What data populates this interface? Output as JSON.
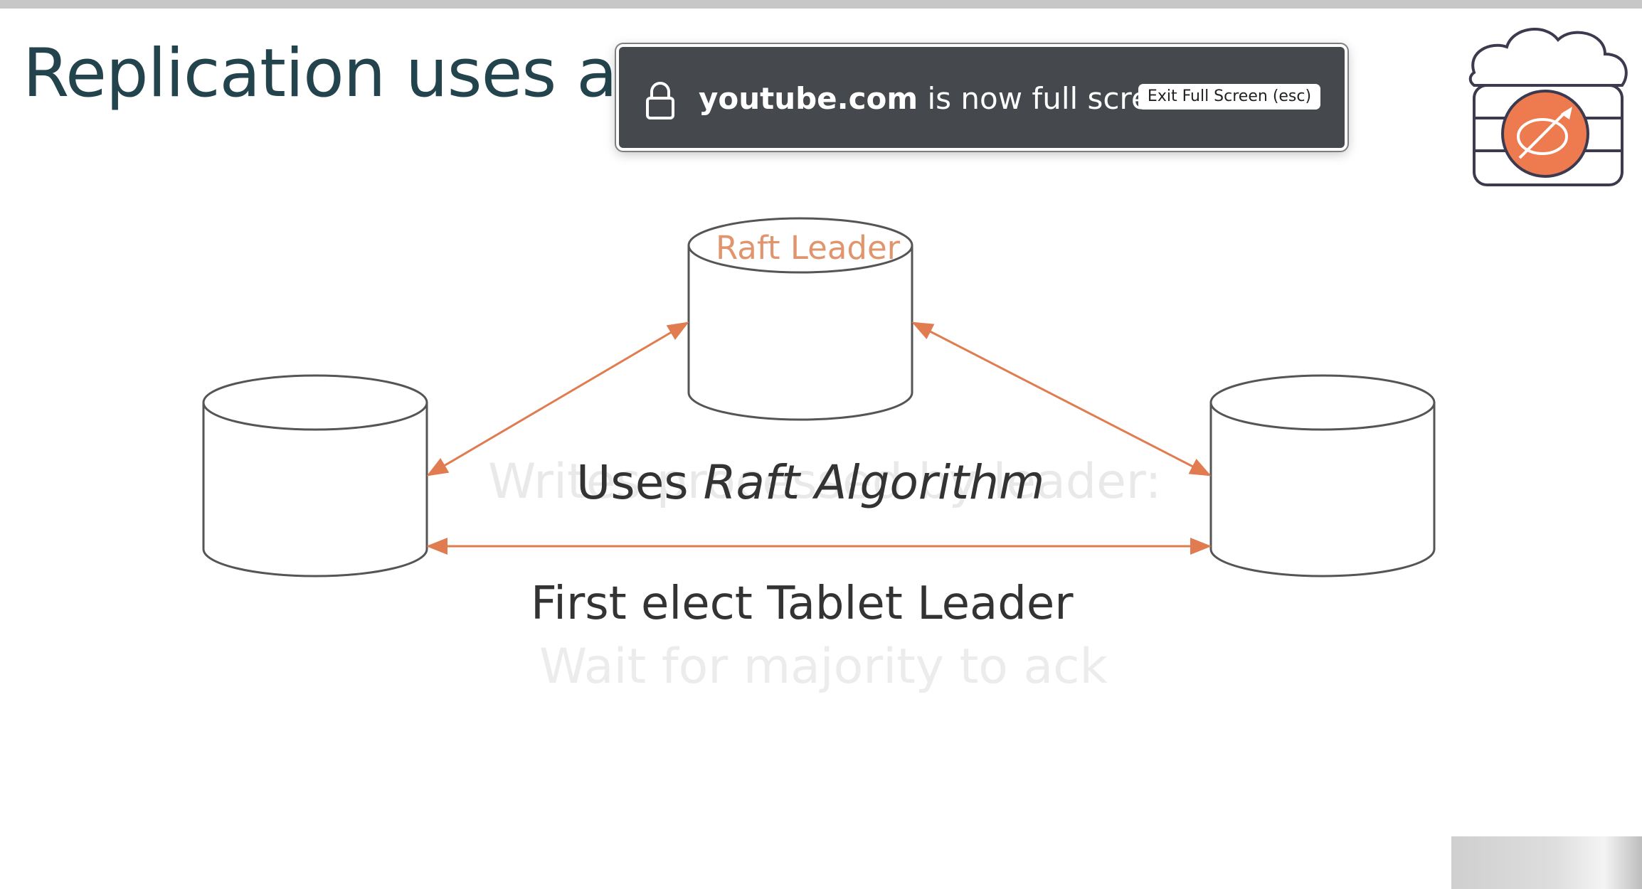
{
  "slide": {
    "title": "Replication uses a Consensus algorithm",
    "ghost_line_1": "Writes processed by leader:",
    "ghost_line_2": "Wait for majority to ack"
  },
  "diagram": {
    "leader_label": "Raft Leader",
    "line_uses": "Uses ",
    "line_raft_algorithm": "Raft Algorithm",
    "line_first_elect": "First elect Tablet Leader",
    "arrow_color": "#e07c4f",
    "node_stroke": "#555555"
  },
  "logo": {
    "icon": "database-cloud-logo",
    "accent": "#ed7b4f"
  },
  "fullscreen_notice": {
    "host": "youtube.com",
    "message": " is now full screen",
    "exit_label": "Exit Full Screen (esc)",
    "icon": "lock-icon",
    "background": "#45494e"
  }
}
